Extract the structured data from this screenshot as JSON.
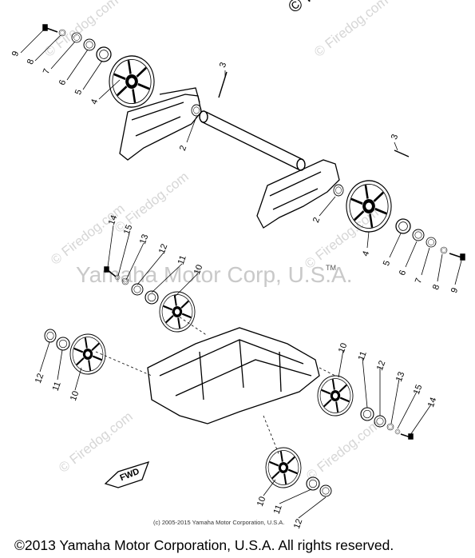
{
  "watermark_main": "Yamaha Motor Corp, U.S.A.",
  "watermark_small": "© Firedog.com",
  "copyright_top": "© Firedog.com",
  "tm_mark": "TM",
  "credit_line": "(c) 2005-2015 Yamaha Motor Corporation, U.S.A.",
  "footer": "©2013 Yamaha Motor Corporation, U.S.A. All rights reserved.",
  "fwd_label": "FWD",
  "callouts": {
    "n9a": "9",
    "n8a": "8",
    "n7a": "7",
    "n6a": "6",
    "n5a": "5",
    "n4a": "4",
    "n3a": "3",
    "n2a": "2",
    "n3b": "3",
    "n2b": "2",
    "n4b": "4",
    "n5b": "5",
    "n6b": "6",
    "n7b": "7",
    "n8b": "8",
    "n9b": "9",
    "n14a": "14",
    "n15a": "15",
    "n13a": "13",
    "n12a": "12",
    "n11a": "11",
    "n10a": "10",
    "n12b": "12",
    "n11b": "11",
    "n10b": "10",
    "n10c": "10",
    "n11c": "11",
    "n12c": "12",
    "n13c": "13",
    "n15c": "15",
    "n14c": "14",
    "n10d": "10",
    "n11d": "11",
    "n12d": "12"
  }
}
